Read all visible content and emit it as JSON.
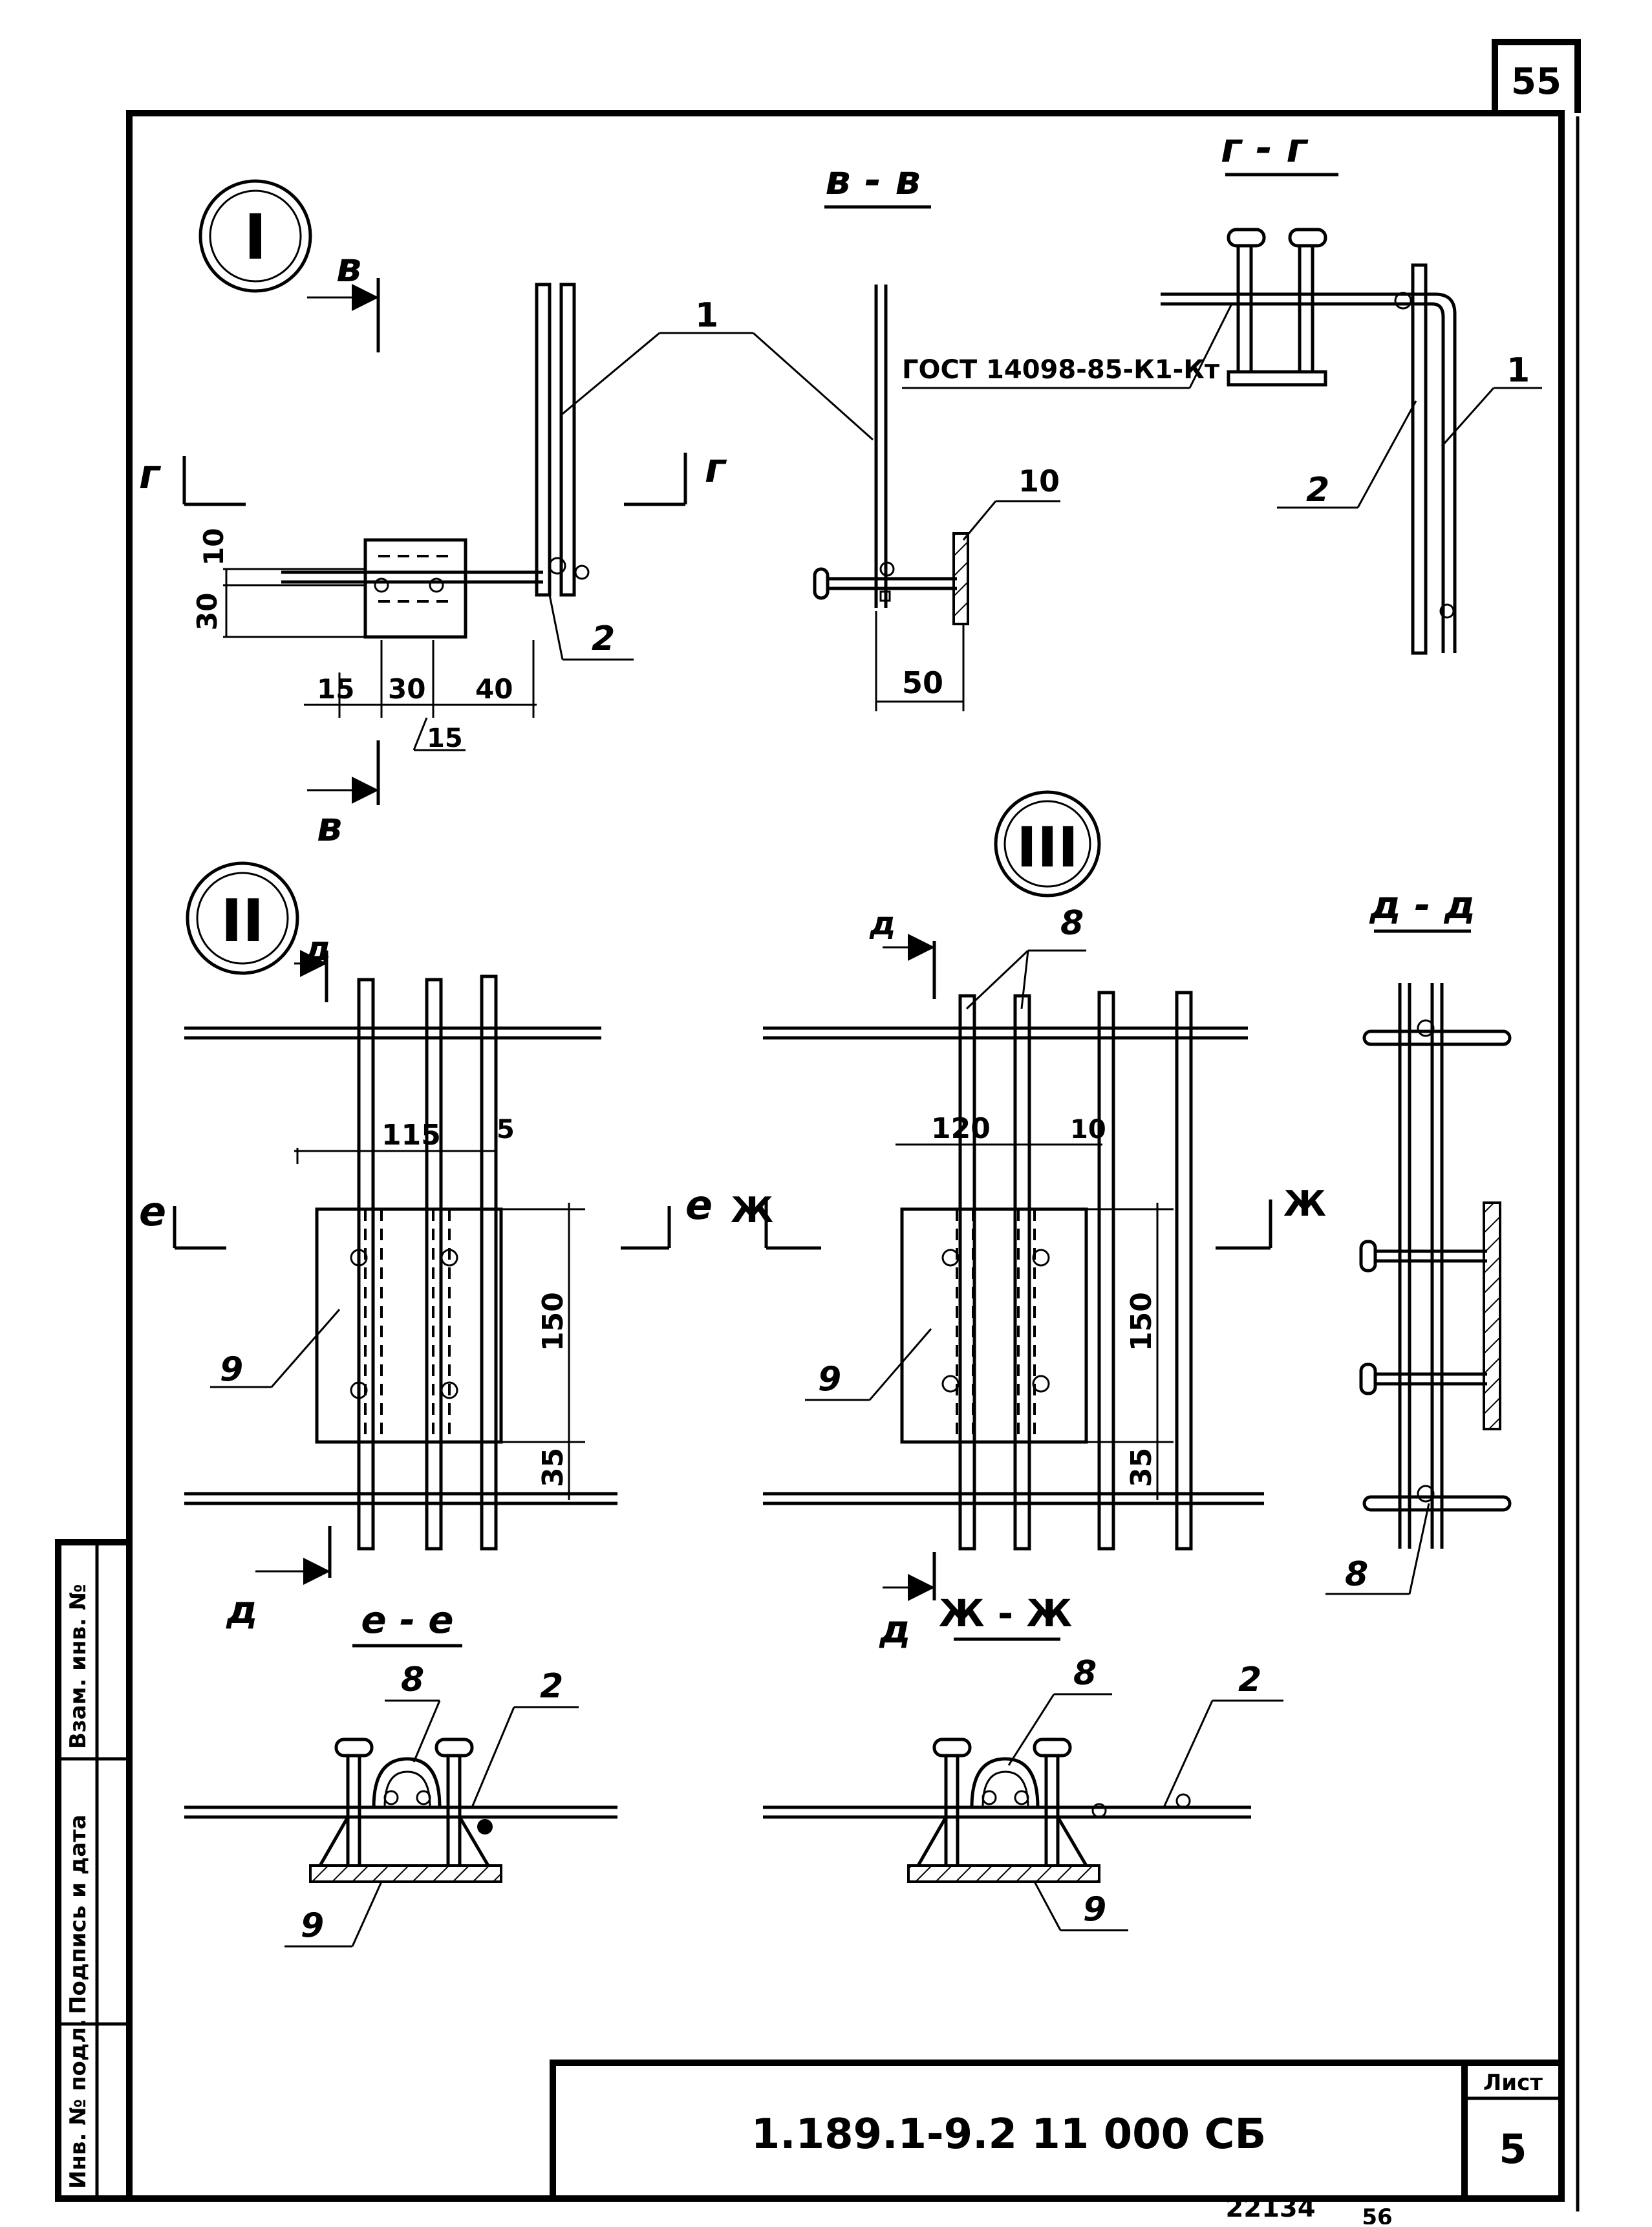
{
  "sheet": {
    "page_number": "55",
    "doc_code": "1.189.1-9.2 11 000 СБ",
    "sheet_label": "Лист",
    "sheet_number": "5",
    "footer_number": "22134",
    "footer_small": "56"
  },
  "side_stamp": {
    "cells": [
      "Инв. № подл.",
      "Подпись и дата",
      "Взам. инв. №"
    ]
  },
  "views": {
    "view1": {
      "roman": "I",
      "sections": {
        "v": "в",
        "g": "г"
      },
      "dims": {
        "d10": "10",
        "d30v": "30",
        "d15a": "15",
        "d30h": "30",
        "d40": "40",
        "d15b": "15"
      },
      "callouts": {
        "c1": "1",
        "c2": "2"
      }
    },
    "section_vv": {
      "title": "в - в",
      "gost": "ГОСТ 14098-85-К1-Кт",
      "dims": {
        "d50": "50"
      },
      "callouts": {
        "c10": "10"
      }
    },
    "section_gg": {
      "title": "г - г",
      "callouts": {
        "c1": "1",
        "c2": "2"
      }
    },
    "view2": {
      "roman": "II",
      "sections": {
        "e": "е",
        "d": "д"
      },
      "dims": {
        "d115": "115",
        "d5": "5",
        "d150": "150",
        "d35": "35"
      },
      "callouts": {
        "c9": "9"
      }
    },
    "view3": {
      "roman": "III",
      "sections": {
        "zh": "Ж",
        "d": "д"
      },
      "dims": {
        "d120": "120",
        "d10": "10",
        "d150": "150",
        "d35": "35"
      },
      "callouts": {
        "c8": "8",
        "c9": "9"
      }
    },
    "section_dd": {
      "title": "д - д",
      "callouts": {
        "c8": "8"
      }
    },
    "section_ee": {
      "title": "е - е",
      "callouts": {
        "c8": "8",
        "c2": "2",
        "c9": "9"
      }
    },
    "section_zhzh": {
      "title": "Ж - Ж",
      "callouts": {
        "c8": "8",
        "c2": "2",
        "c9": "9"
      }
    }
  }
}
